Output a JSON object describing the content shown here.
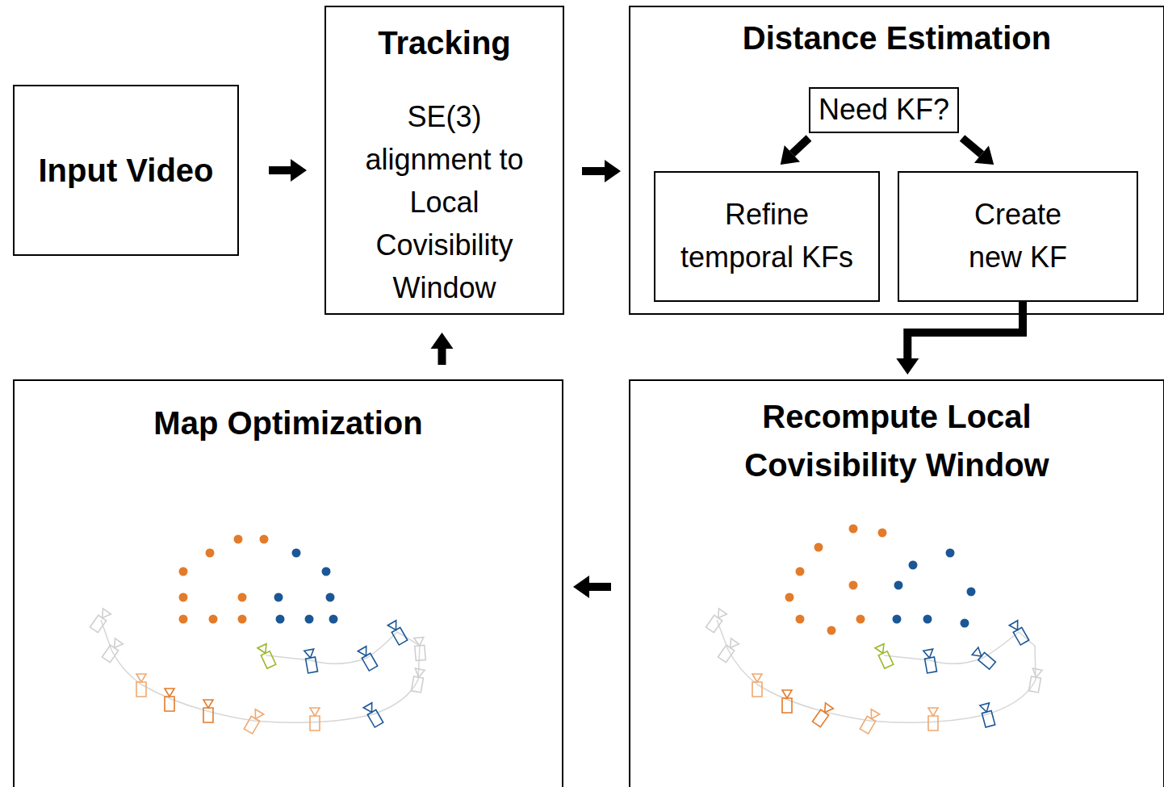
{
  "diagram": {
    "nodes": [
      {
        "text": [
          "Input Video"
        ]
      },
      {
        "text": [
          "Tracking",
          "SE(3) alignment to Local Covisibility Window"
        ]
      },
      {
        "text": [
          "Distance Estimation"
        ]
      },
      {
        "text": [
          "Need KF?"
        ],
        "in": 2
      },
      {
        "text": [
          "Refine temporal KFs"
        ],
        "in": 2
      },
      {
        "text": [
          "Create new KF"
        ],
        "in": 2
      },
      {
        "text": [
          "Recompute Local Covisibility Window"
        ]
      },
      {
        "text": [
          "Map Optimization"
        ]
      }
    ],
    "edges": [
      {
        "from": 0,
        "to": 1,
        "arrow": "to"
      },
      {
        "from": 1,
        "to": 2,
        "arrow": "to"
      },
      {
        "from": 3,
        "to": 4,
        "arrow": "to"
      },
      {
        "from": 3,
        "to": 5,
        "arrow": "to"
      },
      {
        "from": 5,
        "to": 6,
        "arrow": "to"
      },
      {
        "from": 6,
        "to": 7,
        "arrow": "to"
      },
      {
        "from": 7,
        "to": 1,
        "arrow": "to"
      }
    ]
  }
}
